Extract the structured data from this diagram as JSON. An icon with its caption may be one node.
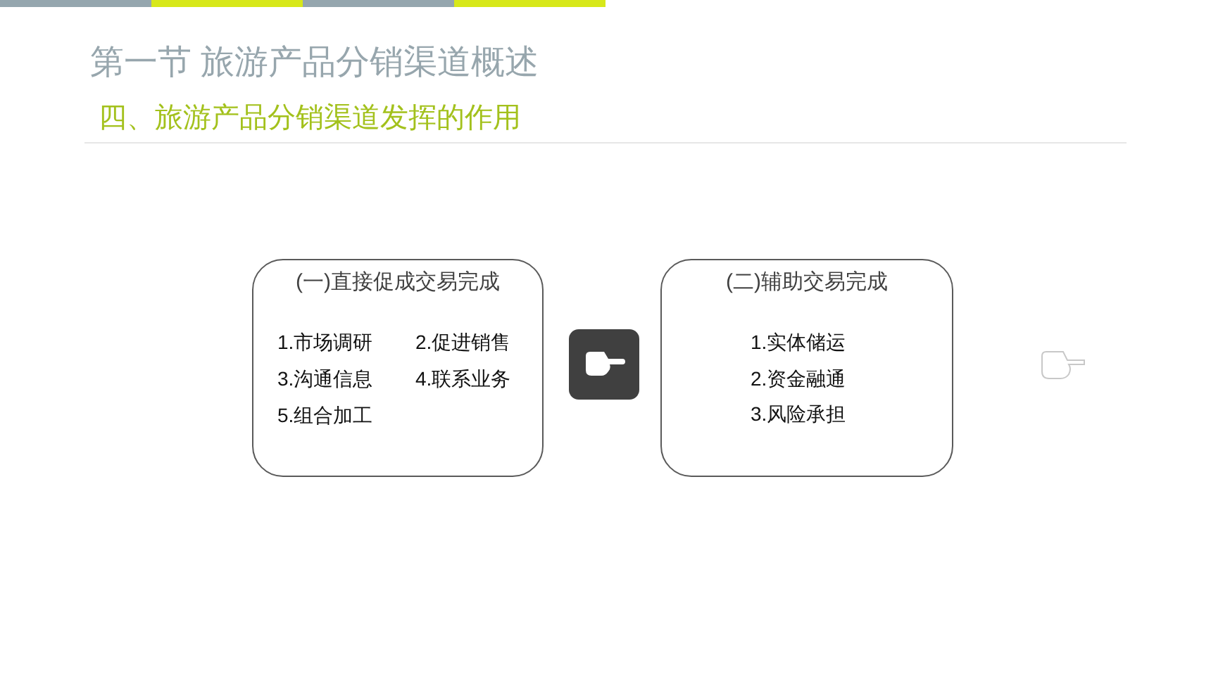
{
  "diagram": {
    "title": "第一节 旅游产品分销渠道概述",
    "nodes": [
      {
        "text": [
          "(一)直接促成交易完成",
          "1.市场调研",
          "2.促进销售",
          "3.沟通信息",
          "4.联系业务",
          "5.组合加工"
        ]
      },
      {
        "text": [
          "(二)辅助交易完成",
          "1.实体储运",
          "2.资金融通",
          "3.风险承担"
        ]
      }
    ],
    "labels": [
      "四、旅游产品分销渠道发挥的作用"
    ]
  }
}
